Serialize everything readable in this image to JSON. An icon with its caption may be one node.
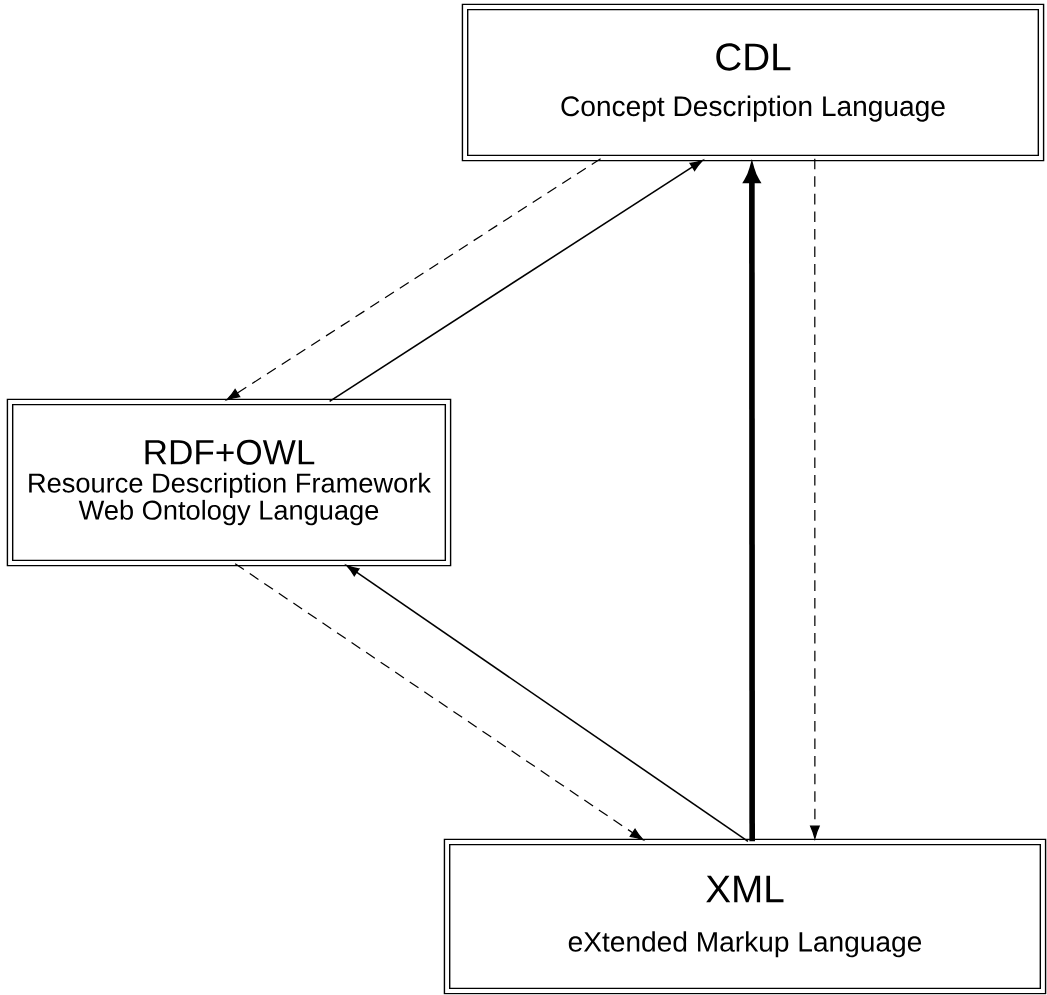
{
  "diagram": {
    "nodes": [
      {
        "text": [
          "CDL",
          "Concept Description Language"
        ]
      },
      {
        "text": [
          "RDF+OWL",
          "Resource Description Framework",
          "Web Ontology Language"
        ]
      },
      {
        "text": [
          "XML",
          "eXtended Markup Language"
        ]
      }
    ],
    "edges": [
      {
        "from": 0,
        "to": 1,
        "arrow": "to",
        "style": "dashed"
      },
      {
        "from": 1,
        "to": 0,
        "arrow": "to"
      },
      {
        "from": 2,
        "to": 0,
        "arrow": "to",
        "style": "thick"
      },
      {
        "from": 0,
        "to": 2,
        "arrow": "to",
        "style": "dashed"
      },
      {
        "from": 1,
        "to": 2,
        "arrow": "to",
        "style": "dashed"
      },
      {
        "from": 2,
        "to": 1,
        "arrow": "to"
      }
    ]
  }
}
